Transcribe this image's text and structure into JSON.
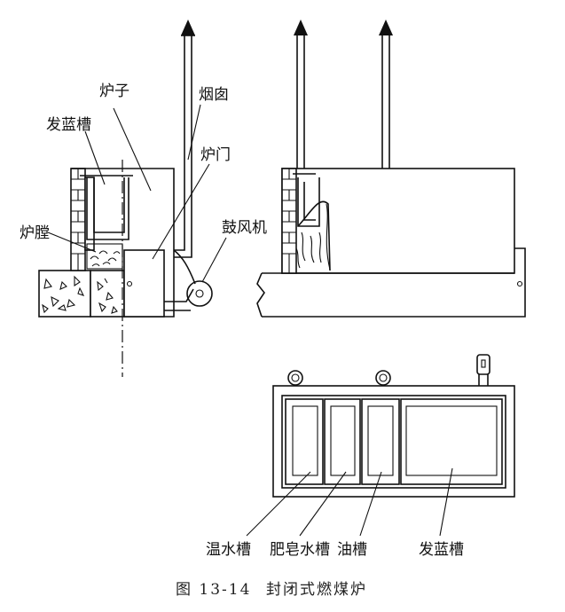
{
  "labels": {
    "furnace": "炉子",
    "chimney": "烟囱",
    "bluing_tank": "发蓝槽",
    "furnace_door": "炉门",
    "furnace_chamber": "炉膛",
    "blower": "鼓风机",
    "warm_water_tank": "温水槽",
    "soap_water_tank": "肥皂水槽",
    "oil_tank": "油槽",
    "bluing_tank_plan": "发蓝槽"
  },
  "caption": {
    "figure_no": "图 13-14",
    "title": "封闭式燃煤炉"
  }
}
